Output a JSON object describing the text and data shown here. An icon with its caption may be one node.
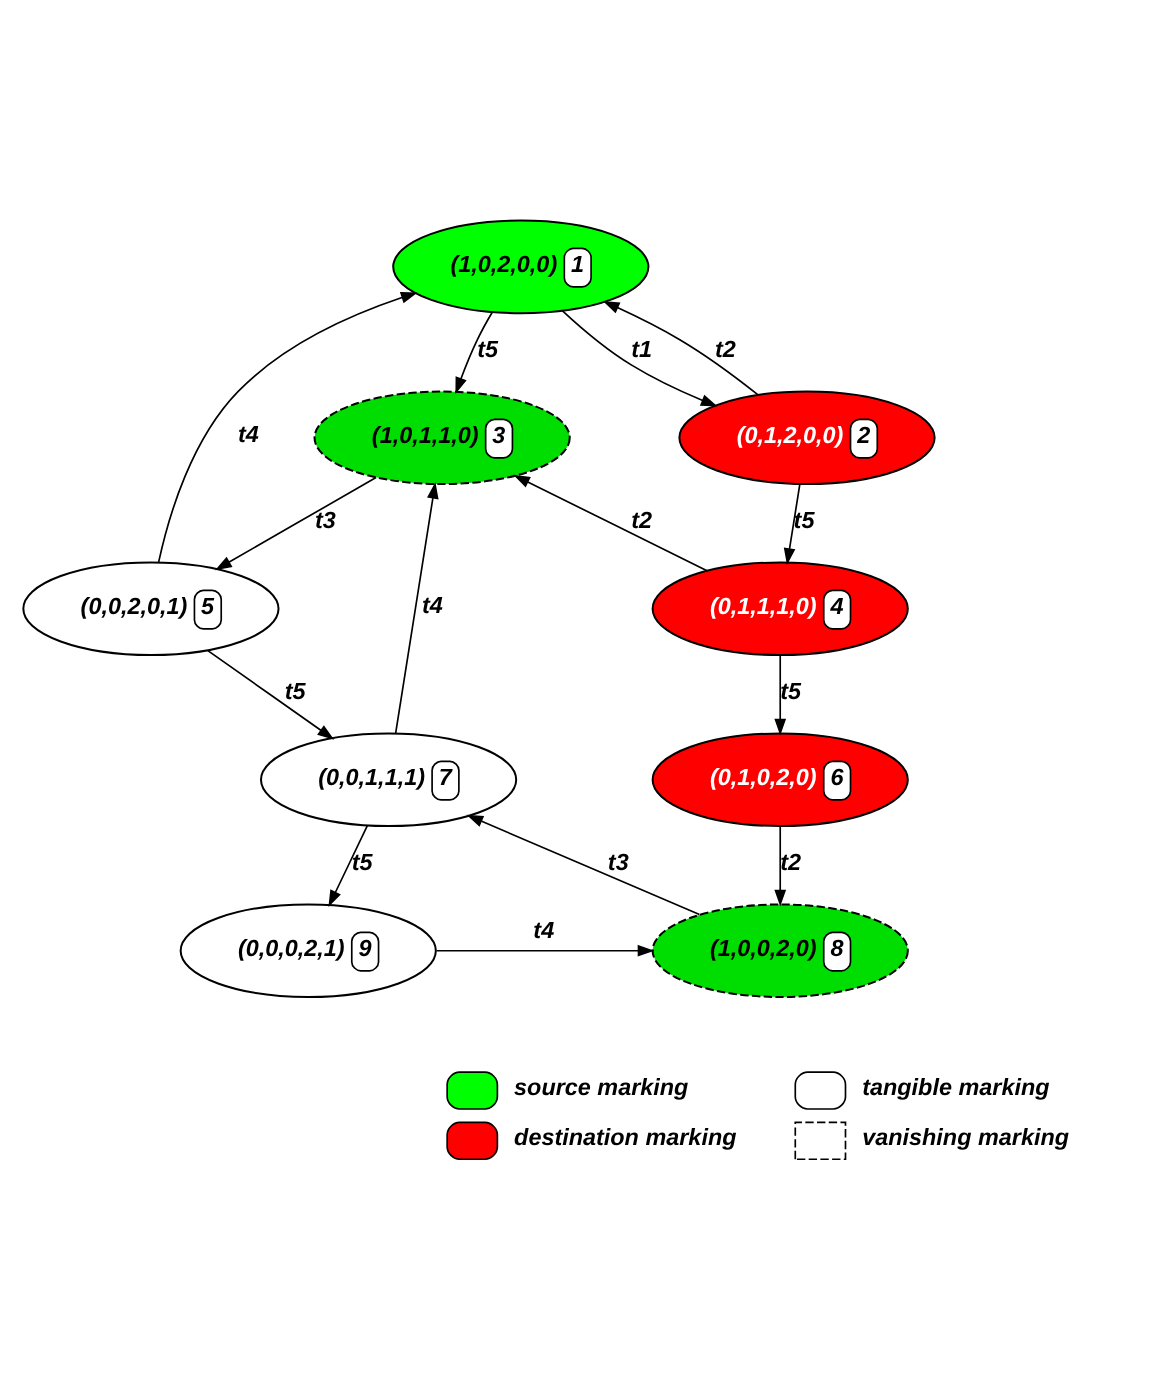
{
  "diagram": {
    "nodes": [
      {
        "text": [
          "(1,0,2,0,0)",
          "1"
        ]
      },
      {
        "text": [
          "(0,1,2,0,0)",
          "2"
        ]
      },
      {
        "text": [
          "(1,0,1,1,0)",
          "3"
        ]
      },
      {
        "text": [
          "(0,1,1,1,0)",
          "4"
        ]
      },
      {
        "text": [
          "(0,0,2,0,1)",
          "5"
        ]
      },
      {
        "text": [
          "(0,1,0,2,0)",
          "6"
        ]
      },
      {
        "text": [
          "(0,0,1,1,1)",
          "7"
        ]
      },
      {
        "text": [
          "(1,0,0,2,0)",
          "8"
        ]
      },
      {
        "text": [
          "(0,0,0,2,1)",
          "9"
        ]
      }
    ],
    "edges": [
      {
        "from": 1,
        "to": 0,
        "arrow": "to",
        "label": "t2"
      },
      {
        "from": 0,
        "to": 1,
        "arrow": "to",
        "label": "t1"
      },
      {
        "from": 0,
        "to": 2,
        "arrow": "to",
        "label": "t5"
      },
      {
        "from": 1,
        "to": 3,
        "arrow": "to",
        "label": "t5"
      },
      {
        "from": 3,
        "to": 2,
        "arrow": "to",
        "label": "t2"
      },
      {
        "from": 2,
        "to": 4,
        "arrow": "to",
        "label": "t3"
      },
      {
        "from": 4,
        "to": 0,
        "arrow": "to",
        "label": "t4"
      },
      {
        "from": 3,
        "to": 5,
        "arrow": "to",
        "label": "t5"
      },
      {
        "from": 4,
        "to": 6,
        "arrow": "to",
        "label": "t5"
      },
      {
        "from": 6,
        "to": 2,
        "arrow": "to",
        "label": "t4"
      },
      {
        "from": 5,
        "to": 7,
        "arrow": "to",
        "label": "t2"
      },
      {
        "from": 7,
        "to": 6,
        "arrow": "to",
        "label": "t3"
      },
      {
        "from": 6,
        "to": 8,
        "arrow": "to",
        "label": "t5"
      },
      {
        "from": 8,
        "to": 7,
        "arrow": "to",
        "label": "t4"
      }
    ],
    "legend": [
      {
        "text": "source marking",
        "color": "#00ff00"
      },
      {
        "text": "tangible marking",
        "color": "#ffffff"
      },
      {
        "text": "destination marking",
        "color": "#ff0000"
      },
      {
        "text": "vanishing marking"
      }
    ]
  }
}
